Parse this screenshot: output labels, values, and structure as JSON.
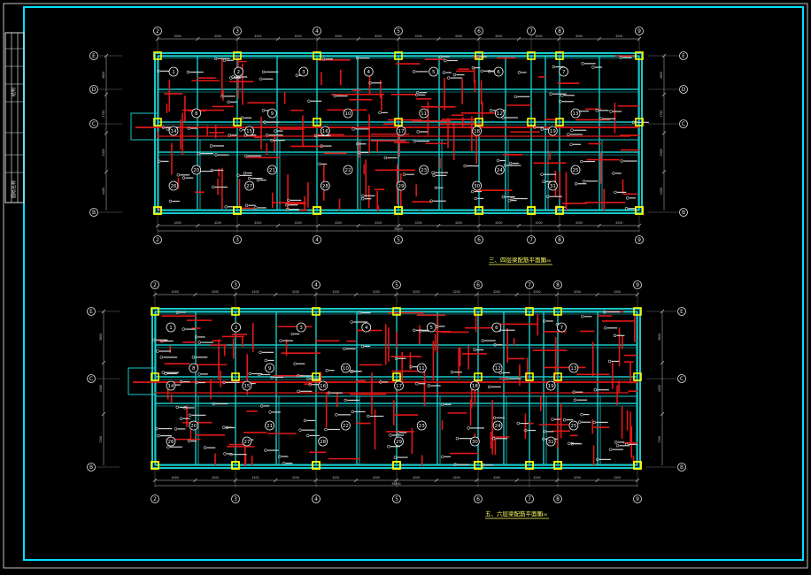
{
  "colors": {
    "background": "#000000",
    "frame": "#00e0ff",
    "wall": "#18c8c8",
    "beam": "#e01818",
    "column": "#ffff00",
    "grid_bubble": "#e6e6e6",
    "text": "#e6e6e6",
    "title": "#ffff66",
    "dim": "#c8c8c8"
  },
  "title_block": {
    "label_top": "结构",
    "label_bottom": "图纸名称"
  },
  "plans": [
    {
      "id": "plan-upper",
      "title": "三、四层梁配筋平面图",
      "scale": "1:100",
      "axes_x": [
        "2",
        "3",
        "4",
        "5",
        "6",
        "7",
        "8",
        "9"
      ],
      "axes_y": [
        "E",
        "D",
        "C",
        "B"
      ],
      "dims_x": [
        "4000",
        "4200",
        "4200",
        "4200",
        "4200",
        "4200",
        "4200",
        "4200",
        "4200",
        "4200",
        "4200",
        "4200"
      ],
      "dims_x_total": "38400",
      "dims_y": [
        "3600",
        "1750",
        "2000",
        "4400"
      ],
      "room_labels": [
        "1",
        "2",
        "3",
        "4",
        "5",
        "6",
        "7",
        "8",
        "9",
        "10",
        "11",
        "12",
        "13",
        "14",
        "15",
        "16",
        "17",
        "18",
        "19",
        "20",
        "21",
        "22",
        "23",
        "24",
        "25",
        "26",
        "27",
        "28",
        "29",
        "30",
        "31"
      ]
    },
    {
      "id": "plan-lower",
      "title": "五、六层梁配筋平面图",
      "scale": "1:100",
      "axes_x": [
        "2",
        "3",
        "4",
        "5",
        "6",
        "7",
        "8",
        "9"
      ],
      "axes_y": [
        "E",
        "C",
        "B"
      ],
      "dims_x": [
        "4000",
        "4200",
        "4200",
        "4200",
        "4200",
        "4200",
        "4200",
        "4200",
        "4200",
        "4200",
        "4200",
        "4200"
      ],
      "dims_x_total": "38400",
      "dims_y": [
        "3600",
        "4000",
        "7200"
      ],
      "room_labels": [
        "1",
        "2",
        "3",
        "4",
        "5",
        "6",
        "7",
        "8",
        "9",
        "10",
        "11",
        "12",
        "13",
        "14",
        "15",
        "16",
        "17",
        "18",
        "19",
        "20",
        "21",
        "22",
        "23",
        "24",
        "25",
        "26",
        "27",
        "28",
        "29",
        "30",
        "31"
      ]
    }
  ]
}
